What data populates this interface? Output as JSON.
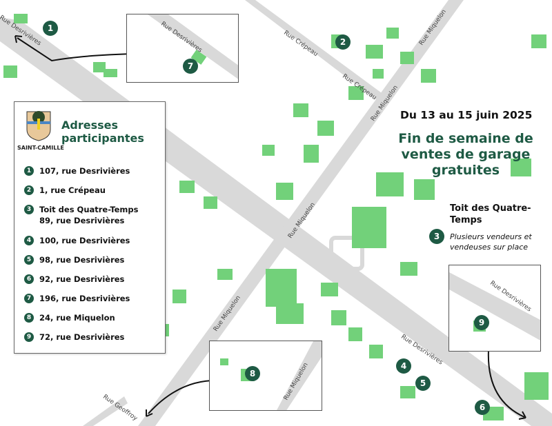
{
  "header": {
    "date": "Du 13 au 15 juin 2025",
    "title": "Fin de semaine de ventes de garage gratuites"
  },
  "legend": {
    "title": "Adresses participantes",
    "logo_text": "SAINT-CAMILLE",
    "items": [
      {
        "n": "1",
        "text": "107, rue Desrivières"
      },
      {
        "n": "2",
        "text": "1, rue Crépeau"
      },
      {
        "n": "3",
        "text": "Toit des Quatre-Temps\n89, rue Desrivières"
      },
      {
        "n": "4",
        "text": "100, rue Desrivières"
      },
      {
        "n": "5",
        "text": "98, rue Desrivières"
      },
      {
        "n": "6",
        "text": "92, rue Desrivières"
      },
      {
        "n": "7",
        "text": "196, rue Desrivières"
      },
      {
        "n": "8",
        "text": "24, rue Miquelon"
      },
      {
        "n": "9",
        "text": "72, rue Desrivières"
      }
    ]
  },
  "callout": {
    "name": "Toit des Quatre-Temps",
    "n": "3",
    "desc": "Plusieurs vendeurs et vendeuses sur place"
  },
  "streets": {
    "desrivieres": "Rue Desrivières",
    "miquelon": "Rue Miquelon",
    "crepeau": "Rue Crépeau",
    "geoffroy": "Rue Geoffroy"
  },
  "markers": [
    "1",
    "2",
    "3",
    "4",
    "5",
    "6",
    "7",
    "8",
    "9"
  ],
  "colors": {
    "building": "#72d17a",
    "marker": "#1e5a44",
    "road": "#d9d9d9"
  }
}
